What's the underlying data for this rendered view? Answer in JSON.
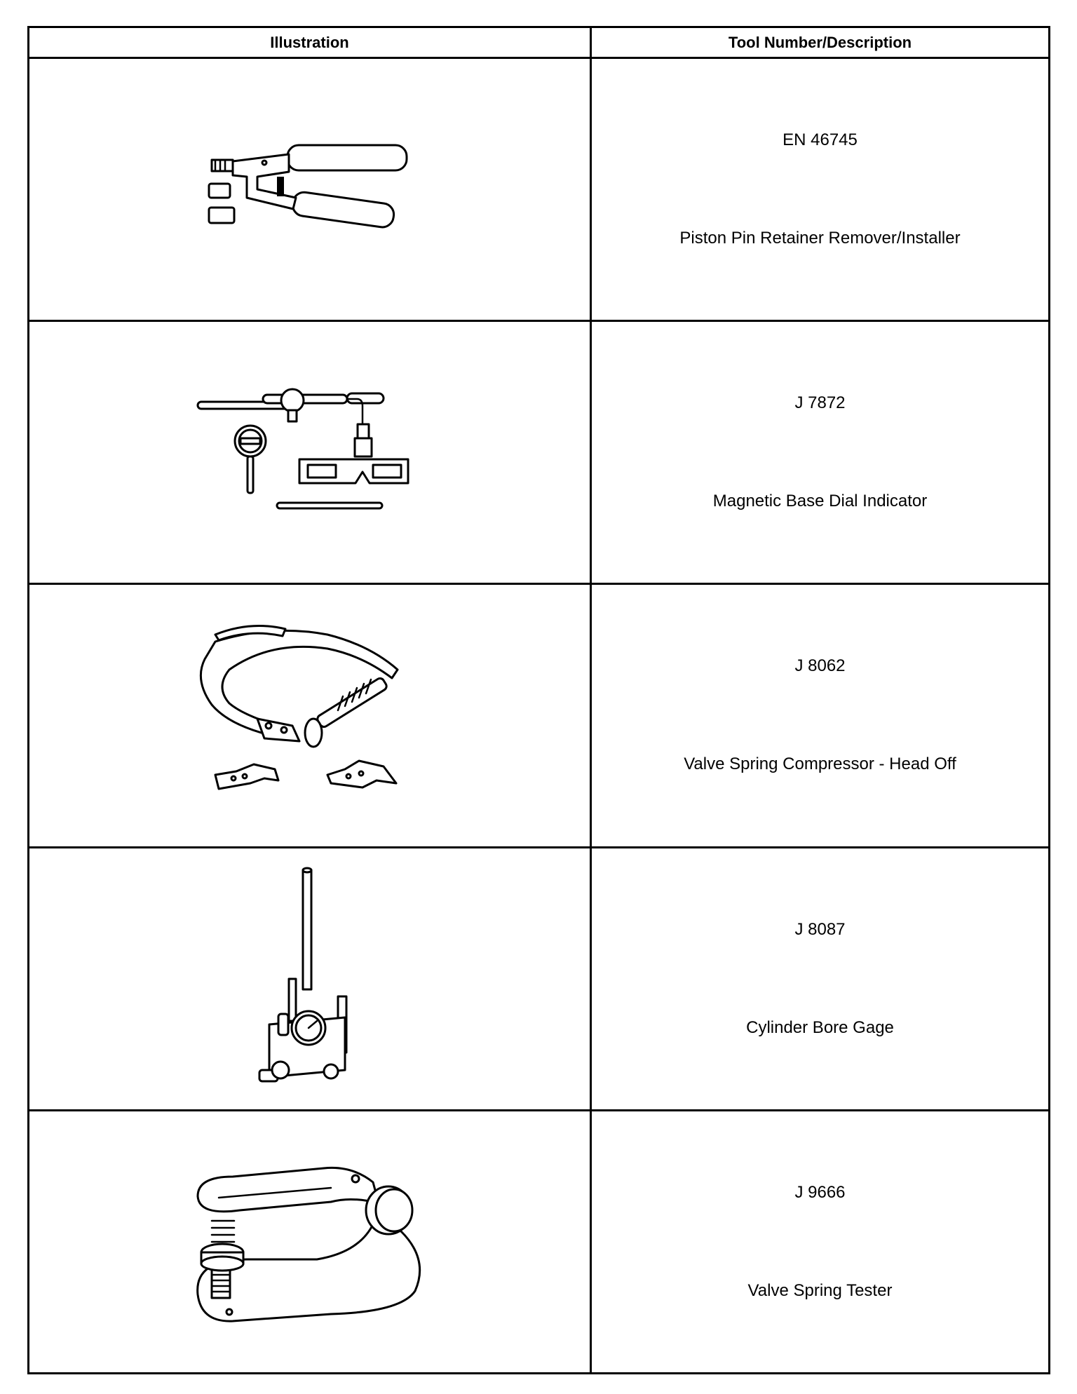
{
  "table": {
    "headers": {
      "illustration": "Illustration",
      "tool": "Tool Number/Description"
    },
    "rows": [
      {
        "tool_number": "EN 46745",
        "description": "Piston Pin Retainer Remover/Installer",
        "illustration_icon": "pliers-icon"
      },
      {
        "tool_number": "J 7872",
        "description": "Magnetic Base Dial Indicator",
        "illustration_icon": "dial-indicator-icon"
      },
      {
        "tool_number": "J 8062",
        "description": "Valve Spring Compressor - Head Off",
        "illustration_icon": "valve-spring-compressor-icon"
      },
      {
        "tool_number": "J 8087",
        "description": "Cylinder Bore Gage",
        "illustration_icon": "bore-gage-icon"
      },
      {
        "tool_number": "J 9666",
        "description": "Valve Spring Tester",
        "illustration_icon": "spring-tester-icon"
      }
    ]
  }
}
